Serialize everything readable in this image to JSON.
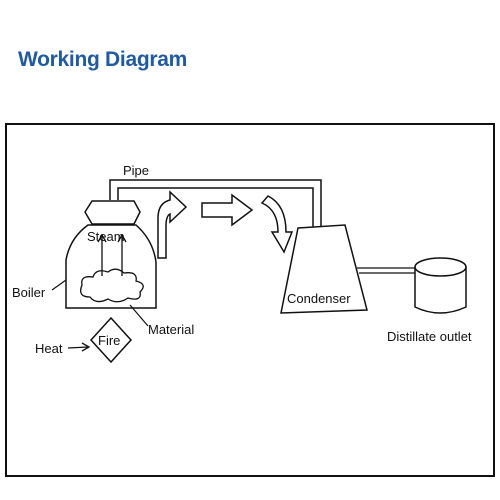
{
  "title": "Working Diagram",
  "colors": {
    "title": "#1f5aa6",
    "line": "#111111",
    "background": "#ffffff"
  },
  "labels": {
    "pipe": "Pipe",
    "steam": "Steam",
    "boiler": "Boiler",
    "material": "Material",
    "heat": "Heat",
    "fire": "Fire",
    "condenser": "Condenser",
    "distillate_outlet": "Distillate outlet"
  }
}
